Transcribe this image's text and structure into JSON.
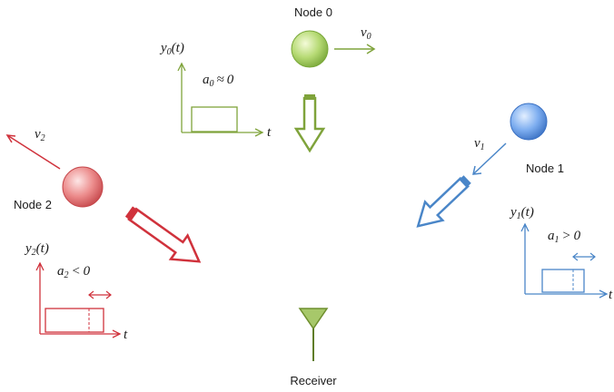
{
  "nodes": [
    {
      "label": "Node 0",
      "velocity_var": "v",
      "velocity_sub": "0",
      "signal_var": "y",
      "signal_sub": "0",
      "time_var": "t",
      "doppler_var": "a",
      "doppler_sub": "0",
      "doppler_rel": "≈",
      "doppler_val": "0",
      "color": "#7fa33b"
    },
    {
      "label": "Node 1",
      "velocity_var": "v",
      "velocity_sub": "1",
      "signal_var": "y",
      "signal_sub": "1",
      "time_var": "t",
      "doppler_var": "a",
      "doppler_sub": "1",
      "doppler_rel": ">",
      "doppler_val": "0",
      "color": "#4a86c8"
    },
    {
      "label": "Node 2",
      "velocity_var": "v",
      "velocity_sub": "2",
      "signal_var": "y",
      "signal_sub": "2",
      "time_var": "t",
      "doppler_var": "a",
      "doppler_sub": "2",
      "doppler_rel": "<",
      "doppler_val": "0",
      "color": "#d0323c"
    }
  ],
  "receiver": {
    "label": "Receiver",
    "color": "#7fa33b"
  }
}
